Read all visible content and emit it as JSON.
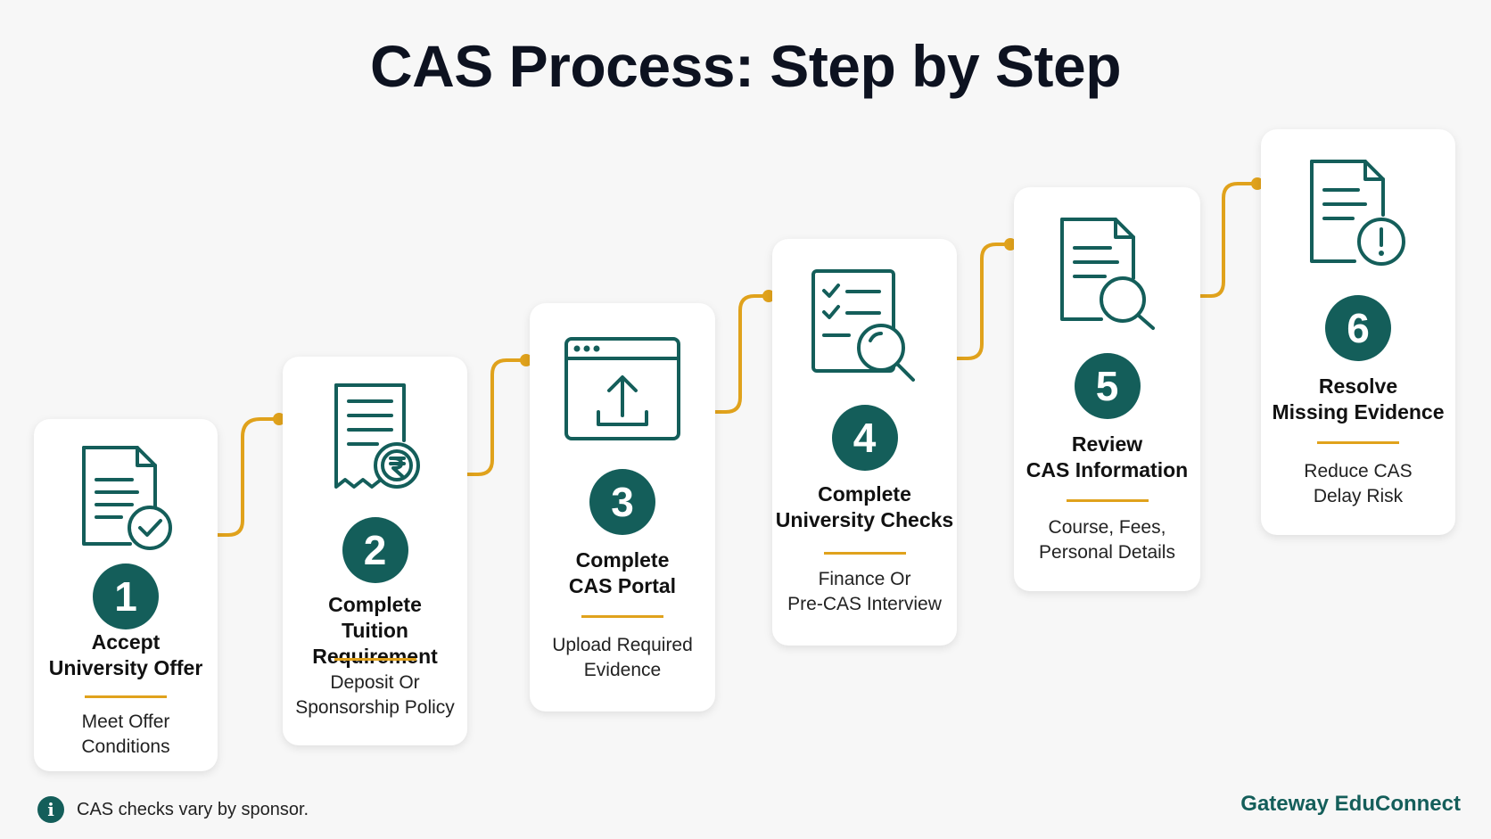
{
  "title": "CAS Process: Step by Step",
  "colors": {
    "teal": "#145e5a",
    "accent": "#e0a21c",
    "background": "#f7f7f7"
  },
  "steps": [
    {
      "number": "1",
      "title_lines": [
        "Accept",
        "University Offer"
      ],
      "desc_lines": [
        "Meet Offer",
        "Conditions"
      ],
      "icon": "document-check-icon"
    },
    {
      "number": "2",
      "title_lines": [
        "Complete",
        "Tuition Requirement"
      ],
      "desc_lines": [
        "Deposit Or",
        "Sponsorship Policy"
      ],
      "icon": "receipt-rupee-icon"
    },
    {
      "number": "3",
      "title_lines": [
        "Complete",
        "CAS Portal"
      ],
      "desc_lines": [
        "Upload Required",
        "Evidence"
      ],
      "icon": "browser-upload-icon"
    },
    {
      "number": "4",
      "title_lines": [
        "Complete",
        "University Checks"
      ],
      "desc_lines": [
        "Finance Or",
        "Pre-CAS Interview"
      ],
      "icon": "checklist-search-icon"
    },
    {
      "number": "5",
      "title_lines": [
        "Review",
        "CAS Information"
      ],
      "desc_lines": [
        "Course, Fees,",
        "Personal Details"
      ],
      "icon": "document-search-icon"
    },
    {
      "number": "6",
      "title_lines": [
        "Resolve",
        "Missing Evidence"
      ],
      "desc_lines": [
        "Reduce CAS",
        "Delay Risk"
      ],
      "icon": "document-alert-icon"
    }
  ],
  "footer": {
    "note": "CAS checks vary by sponsor.",
    "info_glyph": "i",
    "brand": "Gateway EduConnect"
  }
}
